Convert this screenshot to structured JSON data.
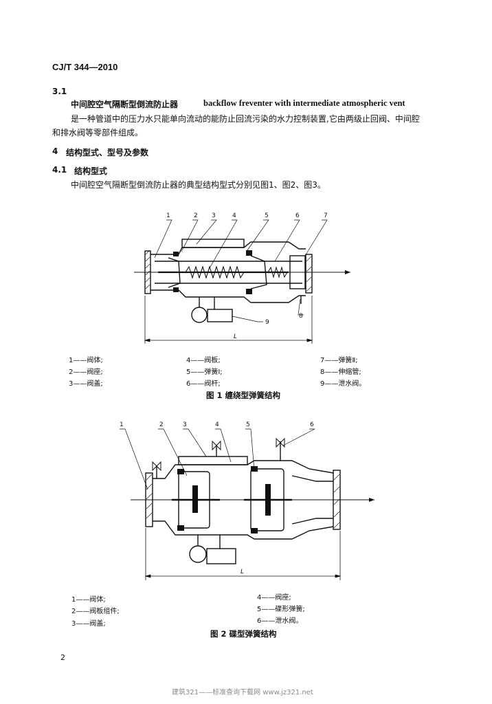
{
  "header": {
    "code": "CJ/T 344—2010"
  },
  "section_3_1": {
    "number": "3.1",
    "term_cn": "中间腔空气隔断型倒流防止器",
    "term_en": "backflow freventer with intermediate atmospheric vent",
    "definition_line1": "是一种管道中的压力水只能单向流动的能防止回流污染的水力控制装置,它由两级止回阀、中间腔",
    "definition_line2": "和排水阀等零部件组成。"
  },
  "section_4": {
    "number": "4",
    "title": "结构型式、型号及参数"
  },
  "section_4_1": {
    "number": "4.1",
    "title": "结构型式",
    "text": "中间腔空气隔断型倒流防止器的典型结构型式分别见图1、图2、图3。"
  },
  "figure1": {
    "callouts": [
      "1",
      "2",
      "3",
      "4",
      "5",
      "6",
      "7",
      "8",
      "9"
    ],
    "dimension_label": "L",
    "legend": [
      [
        "1——阀体;",
        "4——阀板;",
        "7——弹簧Ⅱ;"
      ],
      [
        "2——阀座;",
        "5——弹簧Ⅰ;",
        "8——伸缩管;"
      ],
      [
        "3——阀盖;",
        "6——阀杆;",
        "9——泄水阀。"
      ]
    ],
    "caption": "图 1   缠绕型弹簧结构"
  },
  "figure2": {
    "callouts": [
      "1",
      "2",
      "3",
      "4",
      "5",
      "6"
    ],
    "dimension_label": "L",
    "legend_left": [
      "1——阀体;",
      "2——阀板组件;",
      "3——阀盖;"
    ],
    "legend_right": [
      "4——阀座;",
      "5——碟形弹簧;",
      "6——泄水阀。"
    ],
    "caption": "图 2   碟型弹簧结构"
  },
  "page_number": "2",
  "footer": {
    "watermark": "建筑321——标准查询下载网    www.jz321.net"
  }
}
